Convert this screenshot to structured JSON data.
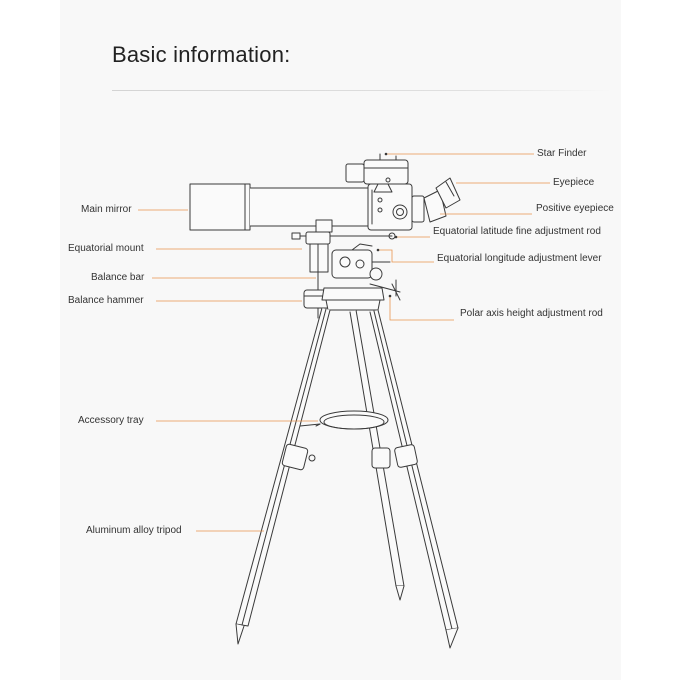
{
  "title": "Basic information:",
  "accent_color": "#e8954f",
  "labels_left": [
    {
      "id": "main-mirror",
      "text": "Main mirror"
    },
    {
      "id": "equatorial-mount",
      "text": "Equatorial mount"
    },
    {
      "id": "balance-bar",
      "text": "Balance bar"
    },
    {
      "id": "balance-hammer",
      "text": "Balance hammer"
    },
    {
      "id": "accessory-tray",
      "text": "Accessory tray"
    },
    {
      "id": "aluminum-alloy-tripod",
      "text": "Aluminum alloy tripod"
    }
  ],
  "labels_right": [
    {
      "id": "star-finder",
      "text": "Star Finder"
    },
    {
      "id": "eyepiece",
      "text": "Eyepiece"
    },
    {
      "id": "positive-eyepiece",
      "text": "Positive eyepiece"
    },
    {
      "id": "latitude-fine-rod",
      "text": "Equatorial latitude fine adjustment rod"
    },
    {
      "id": "longitude-lever",
      "text": "Equatorial longitude adjustment lever"
    },
    {
      "id": "polar-axis-rod",
      "text": "Polar axis height adjustment rod"
    }
  ]
}
